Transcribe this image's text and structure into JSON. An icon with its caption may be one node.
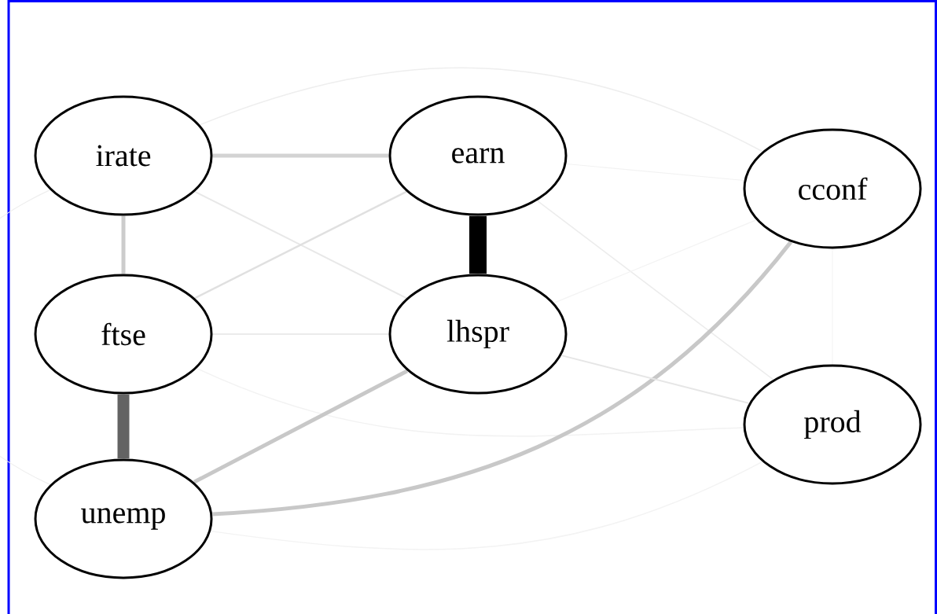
{
  "diagram": {
    "nodes": [
      {
        "text": [
          "irate"
        ]
      },
      {
        "text": [
          "earn"
        ]
      },
      {
        "text": [
          "cconf"
        ]
      },
      {
        "text": [
          "ftse"
        ]
      },
      {
        "text": [
          "lhspr"
        ]
      },
      {
        "text": [
          "prod"
        ]
      },
      {
        "text": [
          "unemp"
        ]
      }
    ],
    "edges": [
      {
        "from": 0,
        "to": 1,
        "arrow": "none",
        "style": "thick",
        "color": "#d3d3d3"
      },
      {
        "from": 0,
        "to": 3,
        "arrow": "none",
        "style": "thick",
        "color": "#cccccc"
      },
      {
        "from": 0,
        "to": 4,
        "arrow": "none",
        "color": "#e8e8e8"
      },
      {
        "from": 0,
        "to": 2,
        "arrow": "none",
        "color": "#eeeeee"
      },
      {
        "from": 0,
        "to": 6,
        "arrow": "none",
        "color": "#eeeeee"
      },
      {
        "from": 1,
        "to": 3,
        "arrow": "none",
        "color": "#e0e0e0"
      },
      {
        "from": 1,
        "to": 4,
        "arrow": "none",
        "style": "thick",
        "color": "#000000"
      },
      {
        "from": 1,
        "to": 2,
        "arrow": "none",
        "color": "#f2f2f2"
      },
      {
        "from": 1,
        "to": 5,
        "arrow": "none",
        "color": "#ececec"
      },
      {
        "from": 3,
        "to": 4,
        "arrow": "none",
        "color": "#ebebeb"
      },
      {
        "from": 3,
        "to": 5,
        "arrow": "none",
        "color": "#f2f2f2"
      },
      {
        "from": 3,
        "to": 6,
        "arrow": "none",
        "style": "thick",
        "color": "#636363"
      },
      {
        "from": 6,
        "to": 4,
        "arrow": "none",
        "style": "thick",
        "color": "#c8c8c8"
      },
      {
        "from": 6,
        "to": 2,
        "arrow": "none",
        "style": "thick",
        "color": "#c8c8c8"
      },
      {
        "from": 6,
        "to": 5,
        "arrow": "none",
        "color": "#f3f3f3"
      },
      {
        "from": 4,
        "to": 2,
        "arrow": "none",
        "color": "#f3f3f3"
      },
      {
        "from": 4,
        "to": 5,
        "arrow": "none",
        "color": "#e6e6e6"
      },
      {
        "from": 2,
        "to": 5,
        "arrow": "none",
        "color": "#f5f5f5"
      }
    ]
  }
}
